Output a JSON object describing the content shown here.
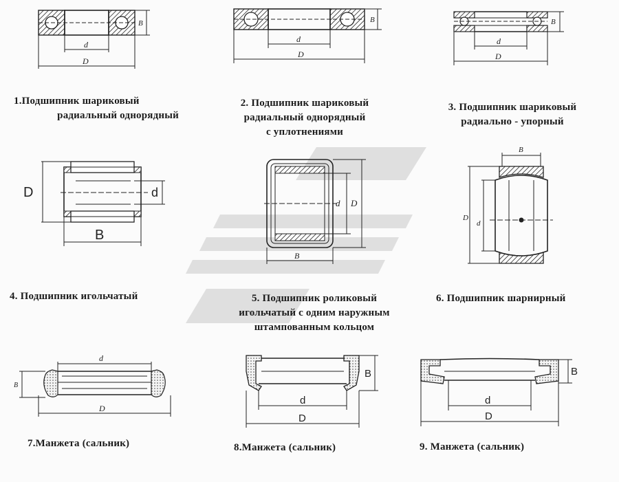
{
  "items": [
    {
      "caption": [
        "1.Подшипник шариковый",
        "радиальный однорядный"
      ],
      "dims": {
        "d": "d",
        "D": "D",
        "B": "B"
      }
    },
    {
      "caption": [
        "2. Подшипник шариковый",
        "радиальный однорядный",
        "с уплотнениями"
      ],
      "dims": {
        "d": "d",
        "D": "D",
        "B": "B"
      }
    },
    {
      "caption": [
        "3. Подшипник шариковый",
        "радиально - упорный"
      ],
      "dims": {
        "d": "d",
        "D": "D",
        "B": "B"
      }
    },
    {
      "caption": [
        "4. Подшипник игольчатый"
      ],
      "dims": {
        "d": "d",
        "D": "D",
        "B": "B"
      }
    },
    {
      "caption": [
        "5. Подшипник роликовый",
        "игольчатый с одним наружным",
        "штампованным кольцом"
      ],
      "dims": {
        "d": "d",
        "D": "D",
        "B": "B"
      }
    },
    {
      "caption": [
        "6. Подшипник шарнирный"
      ],
      "dims": {
        "d": "d",
        "D": "D",
        "B": "B"
      }
    },
    {
      "caption": [
        "7.Манжета  (сальник)"
      ],
      "dims": {
        "d": "d",
        "D": "D",
        "B": "B"
      }
    },
    {
      "caption": [
        "8.Манжета  (сальник)"
      ],
      "dims": {
        "d": "d",
        "D": "D",
        "B": "B"
      }
    },
    {
      "caption": [
        "9. Манжета  (сальник)"
      ],
      "dims": {
        "d": "d",
        "D": "D",
        "B": "B"
      }
    }
  ]
}
